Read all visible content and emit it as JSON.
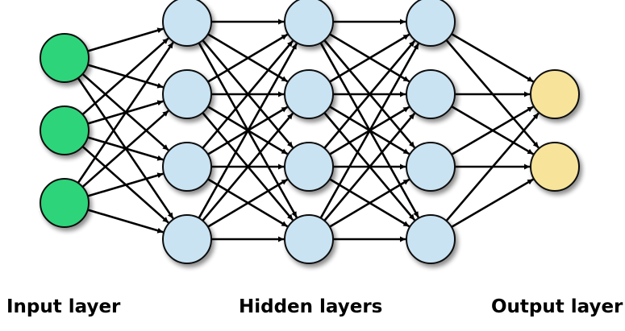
{
  "labels": {
    "input": "Input layer",
    "hidden": "Hidden layers",
    "output": "Output layer"
  },
  "network": {
    "layers": [
      {
        "role": "input",
        "neurons": 3
      },
      {
        "role": "hidden",
        "neurons": 4
      },
      {
        "role": "hidden",
        "neurons": 4
      },
      {
        "role": "hidden",
        "neurons": 4
      },
      {
        "role": "output",
        "neurons": 2
      }
    ],
    "fully_connected": true
  },
  "colors": {
    "input_neuron": "#2ed47a",
    "hidden_neuron": "#c9e3f3",
    "output_neuron": "#f7e39a",
    "connection": "#000000",
    "outline": "#111111"
  }
}
